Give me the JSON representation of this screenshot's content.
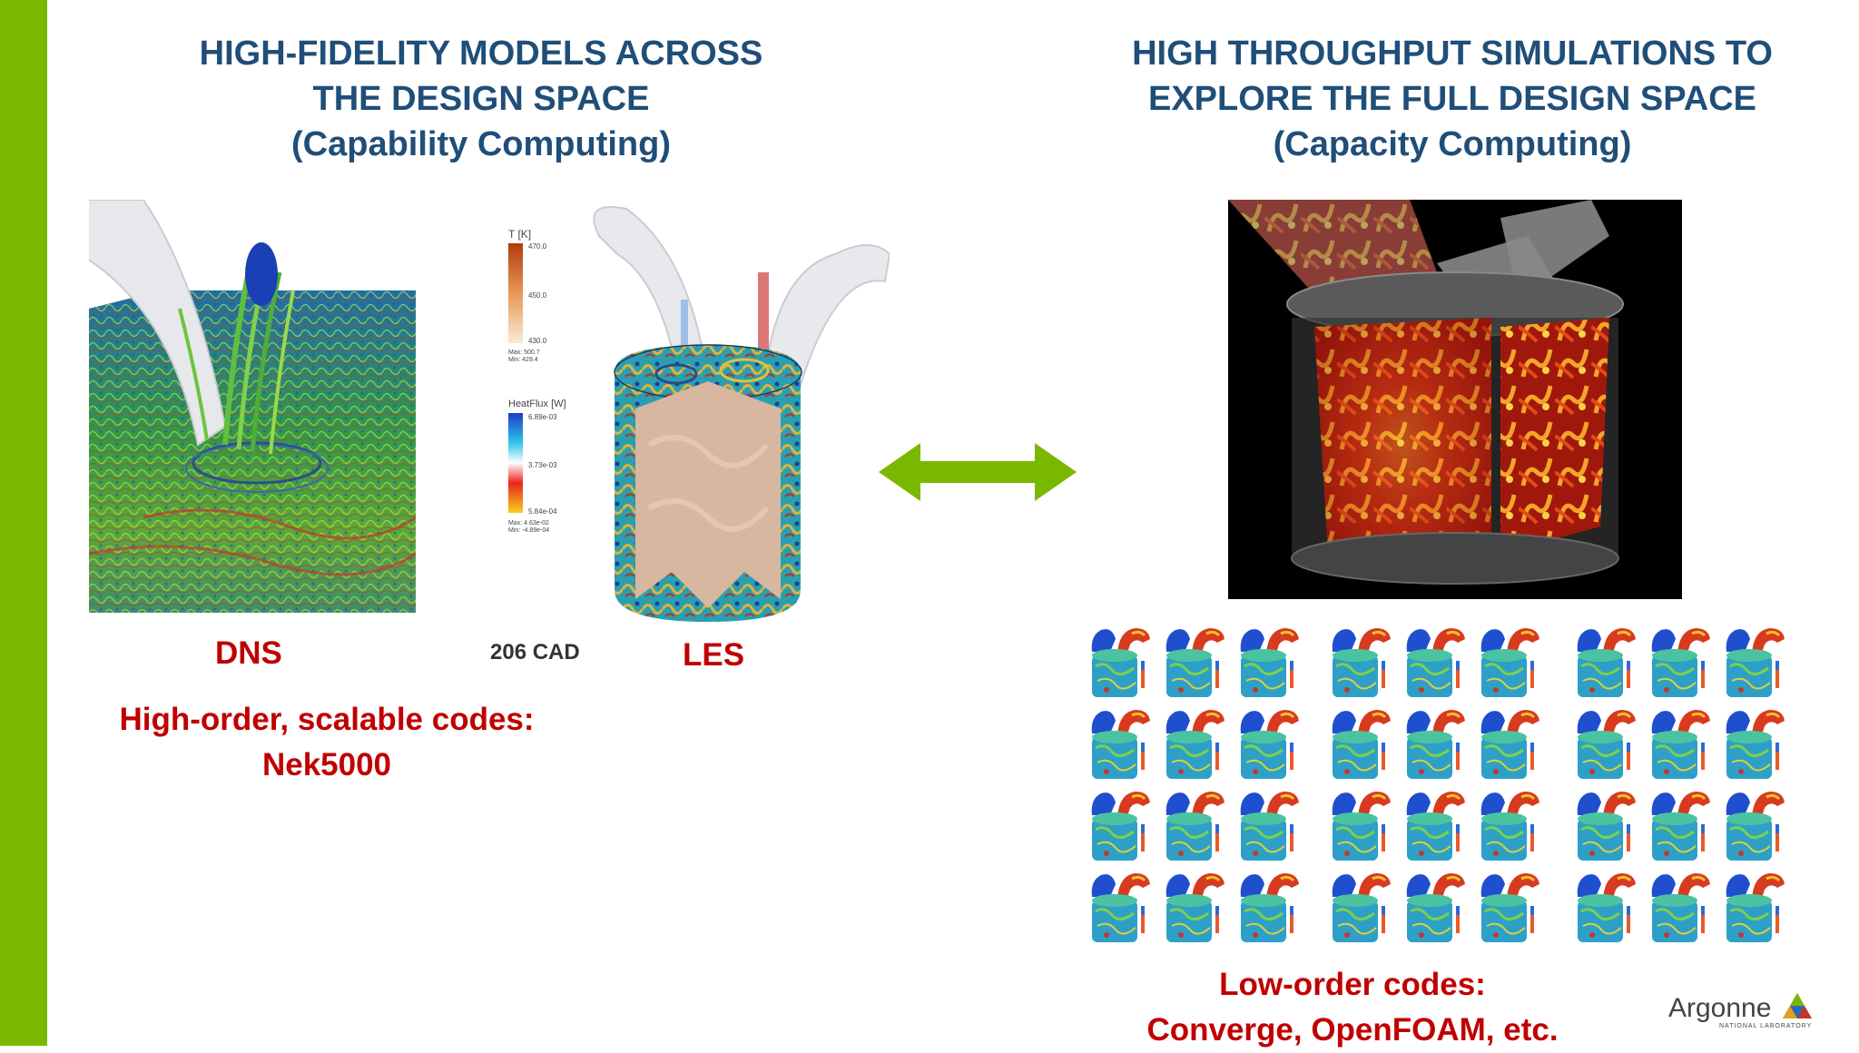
{
  "left_title": [
    "HIGH-FIDELITY MODELS ACROSS",
    "THE DESIGN SPACE",
    "(Capability Computing)"
  ],
  "right_title": [
    "HIGH THROUGHPUT SIMULATIONS TO",
    "EXPLORE THE FULL DESIGN SPACE",
    "(Capacity Computing)"
  ],
  "labels": {
    "dns": "DNS",
    "les": "LES",
    "cad": "206 CAD",
    "high_order_1": "High-order, scalable codes:",
    "high_order_2": "Nek5000",
    "low_order_1": "Low-order codes:",
    "low_order_2": "Converge, OpenFOAM, etc."
  },
  "colorbar": {
    "t_title": "T [K]",
    "t_ticks": [
      "470.0",
      "450.0",
      "430.0"
    ],
    "t_maxmin": [
      "Max: 500.7",
      "Min: 429.4"
    ],
    "hf_title": "HeatFlux [W]",
    "hf_ticks": [
      "6.89e-03",
      "3.73e-03",
      "5.84e-04"
    ],
    "hf_maxmin": [
      "Max: 4.63e-02",
      "Min: -4.89e-04"
    ]
  },
  "logo": {
    "name": "Argonne",
    "sub": "NATIONAL LABORATORY"
  },
  "colors": {
    "accent_green": "#7ab800",
    "title_blue": "#1f4e79",
    "label_red": "#c00000"
  }
}
